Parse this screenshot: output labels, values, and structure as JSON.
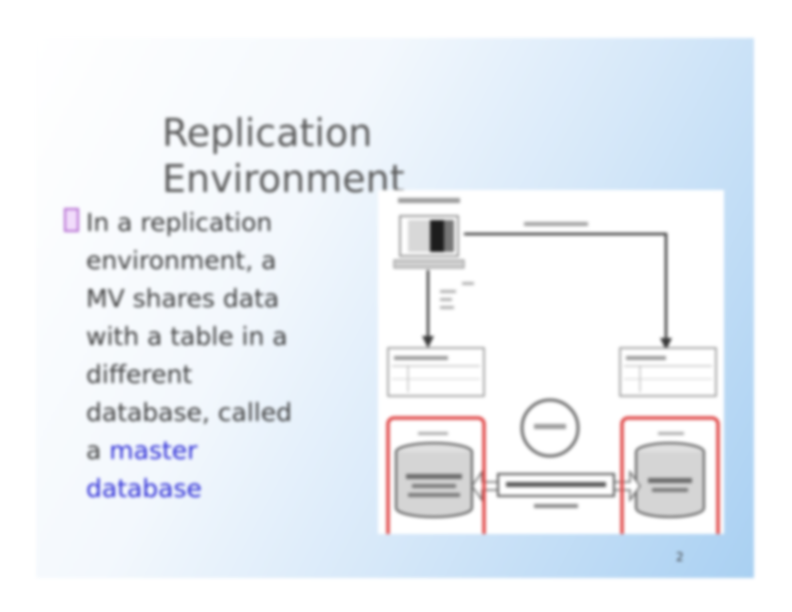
{
  "slide": {
    "title_lines": [
      "Replication",
      "Environment"
    ],
    "bullet": {
      "lines": [
        "In a replication",
        "environment, a",
        "MV  shares data",
        "with a  table in a",
        "different",
        "database, called"
      ],
      "prefix": "a ",
      "link_line1": "master",
      "link_line2": "database"
    },
    "page_number": "2"
  },
  "colors": {
    "title": "#5a5a5a",
    "body_text": "#3d3d3d",
    "link": "#2b2bd6",
    "bullet_marker": "#b36ad0",
    "highlight_box": "#e04a4a"
  }
}
